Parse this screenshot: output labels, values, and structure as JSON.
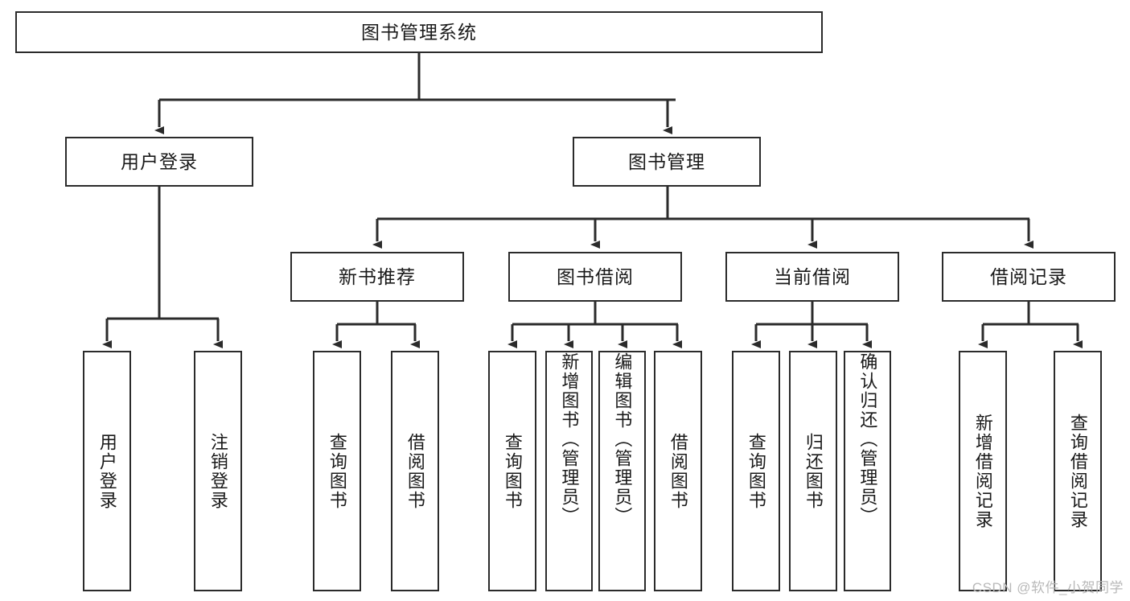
{
  "diagram": {
    "type": "tree-hierarchy",
    "title": "图书管理系统",
    "watermark": "CSDN @软件_小贺同学",
    "colors": {
      "box_border": "#2b2b2b",
      "box_fill": "#ffffff",
      "connector": "#2b2b2b",
      "text": "#1a1a1a",
      "watermark": "#b9b9b9"
    },
    "nodes": {
      "root": {
        "label": "图书管理系统"
      },
      "level2": [
        {
          "label": "用户登录"
        },
        {
          "label": "图书管理"
        }
      ],
      "level3": [
        {
          "label": "新书推荐"
        },
        {
          "label": "图书借阅"
        },
        {
          "label": "当前借阅"
        },
        {
          "label": "借阅记录"
        }
      ],
      "leaves": {
        "user_login": [
          {
            "label": "用户登录"
          },
          {
            "label": "注销登录"
          }
        ],
        "new_book_recommend": [
          {
            "label": "查询图书"
          },
          {
            "label": "借阅图书"
          }
        ],
        "book_borrow": [
          {
            "label": "查询图书"
          },
          {
            "label": "新增图书（管理员）"
          },
          {
            "label": "编辑图书（管理员）"
          },
          {
            "label": "借阅图书"
          }
        ],
        "current_borrow": [
          {
            "label": "查询图书"
          },
          {
            "label": "归还图书"
          },
          {
            "label": "确认归还（管理员）"
          }
        ],
        "borrow_record": [
          {
            "label": "新增借阅记录"
          },
          {
            "label": "查询借阅记录"
          }
        ]
      }
    }
  }
}
